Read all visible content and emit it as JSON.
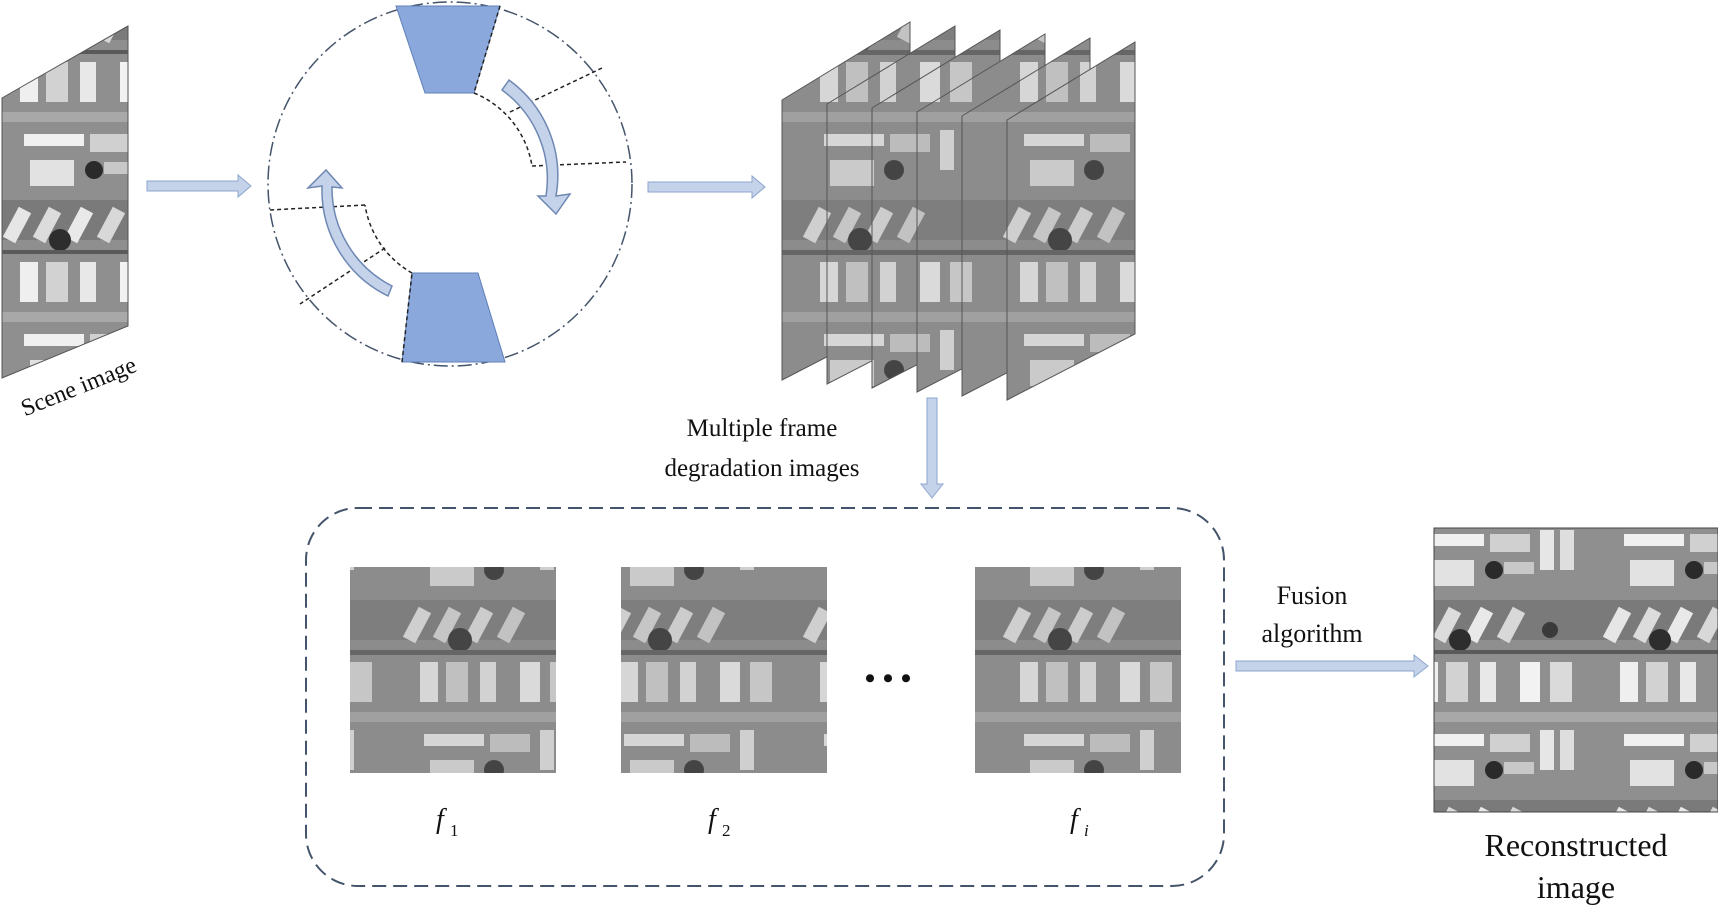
{
  "labels": {
    "scene": "Scene image",
    "degradation_line1": "Multiple frame",
    "degradation_line2": "degradation images",
    "fusion_line1": "Fusion",
    "fusion_line2": "algorithm",
    "reconstructed_line1": "Reconstructed",
    "reconstructed_line2": "image",
    "frame1_base": "f",
    "frame1_sub": "1",
    "frame2_base": "f",
    "frame2_sub": "2",
    "framei_base": "f",
    "framei_sub": "i",
    "ellipsis": "• • •"
  },
  "colors": {
    "arrow_fill": "#c5d3ea",
    "arrow_stroke": "#8ea6cc",
    "blade_fill": "#8aa8dc",
    "dashed_box": "#44546a"
  },
  "frame_stack_count": 6
}
